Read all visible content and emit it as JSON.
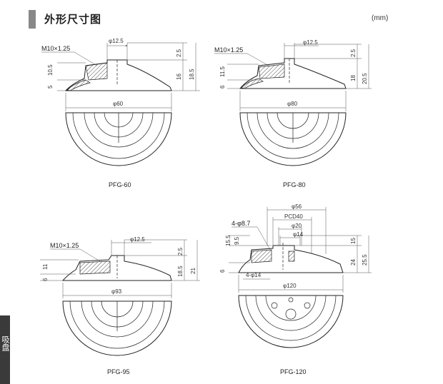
{
  "header": {
    "title": "外形尺寸图",
    "unit": "(mm)"
  },
  "side_tab": {
    "text": "吸盘"
  },
  "diagrams": [
    {
      "model": "PFG-60",
      "thread": "M10×1.25",
      "diameter_top": "φ12.5",
      "diameter_base": "φ60",
      "dims": [
        "10.5",
        "5",
        "2.5",
        "16",
        "18.5"
      ]
    },
    {
      "model": "PFG-80",
      "thread": "M10×1.25",
      "diameter_top": "φ12.5",
      "diameter_base": "φ80",
      "dims": [
        "11.5",
        "6",
        "2.5",
        "18",
        "20.5"
      ]
    },
    {
      "model": "PFG-95",
      "thread": "M10×1.25",
      "diameter_top": "φ12.5",
      "diameter_base": "φ93",
      "dims": [
        "11",
        "6",
        "2.5",
        "18.5",
        "21"
      ]
    },
    {
      "model": "PFG-120",
      "holes": "4-φ8.7",
      "d56": "φ56",
      "pcd": "PCD40",
      "d20": "φ20",
      "d14": "φ14",
      "lower_holes": "4-φ14",
      "diameter_base": "φ120",
      "dims": [
        "15.5",
        "9.5",
        "6",
        "15",
        "24",
        "25.5"
      ]
    }
  ]
}
